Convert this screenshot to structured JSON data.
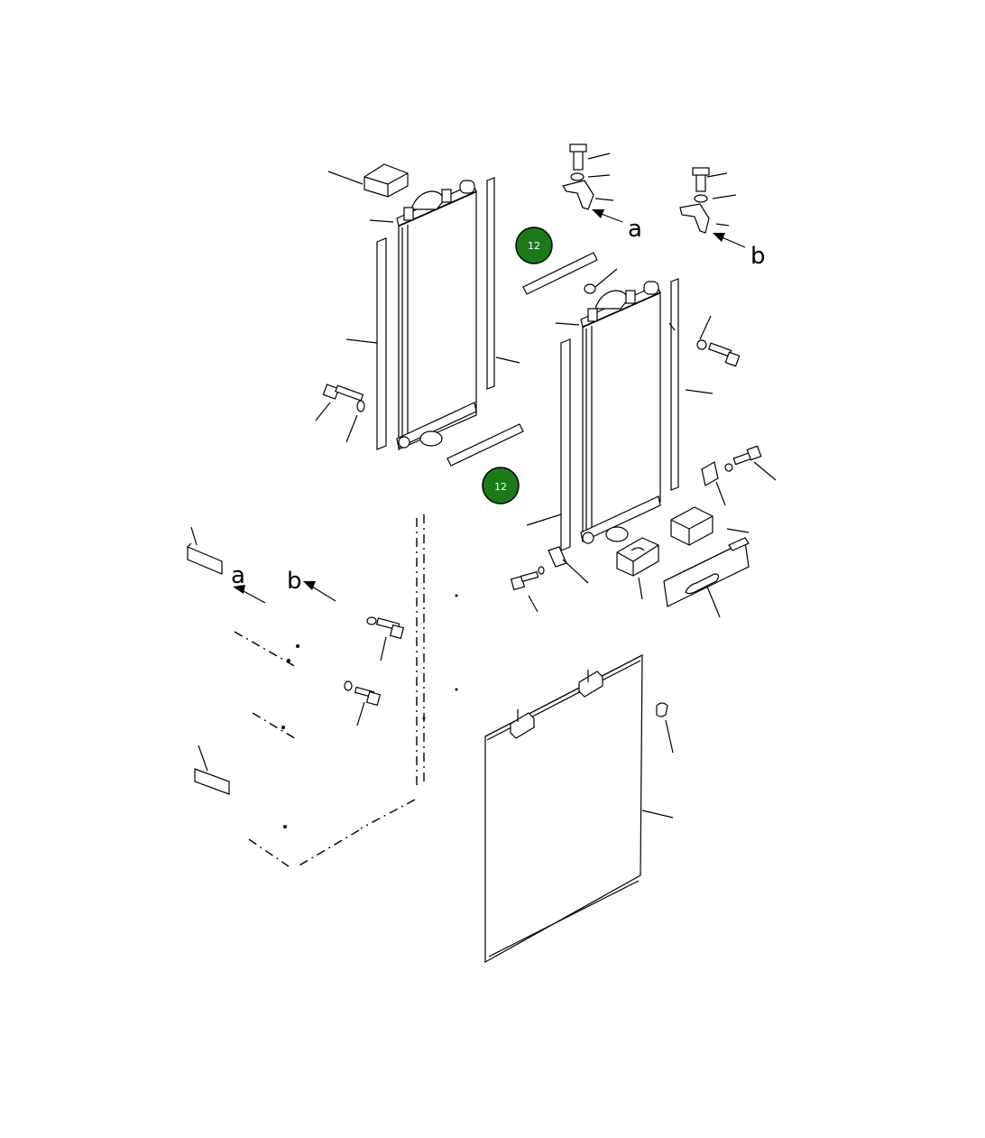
{
  "callouts": [
    {
      "number": "12",
      "color": "#1a7a1a"
    },
    {
      "number": "12",
      "color": "#1a7a1a"
    }
  ],
  "view_letters": {
    "a_upper": "a",
    "b_upper": "b",
    "a_lower": "a",
    "b_lower": "b"
  },
  "icons": [
    "radiator-core",
    "bolt",
    "washer",
    "bracket",
    "rubber-mount",
    "seal-strip",
    "screen-net",
    "leader-line",
    "view-arrow"
  ]
}
